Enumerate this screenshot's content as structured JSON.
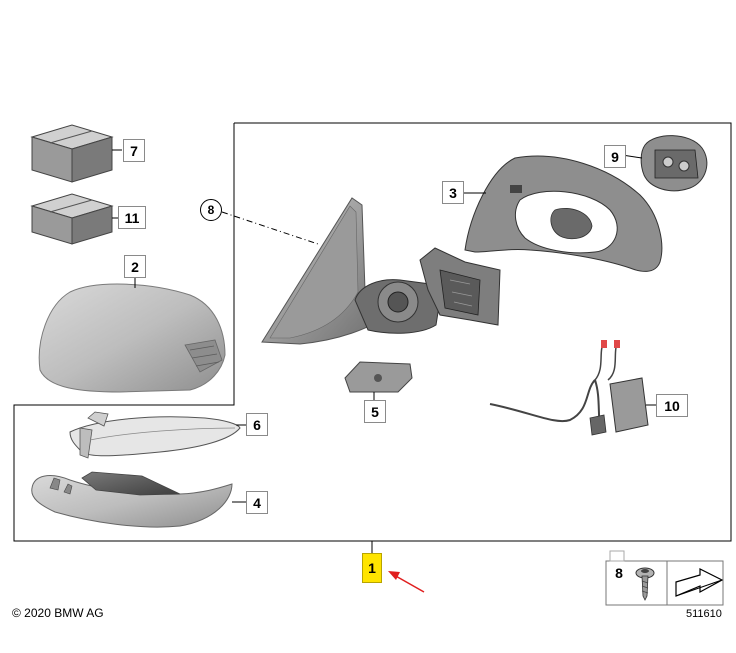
{
  "callouts": {
    "c1": "1",
    "c2": "2",
    "c3": "3",
    "c4": "4",
    "c5": "5",
    "c6": "6",
    "c7": "7",
    "c8": "8",
    "c8_circle": "8",
    "c9": "9",
    "c10": "10",
    "c11": "11"
  },
  "colors": {
    "highlight": "#ffe400",
    "arrow": "#e01e1e",
    "frame": "#000000"
  },
  "footer": {
    "copyright": "© 2020 BMW AG",
    "diagram_id": "511610"
  },
  "icons": [
    "box-icon",
    "screw-icon",
    "oblique-arrow-icon",
    "red-pointer-arrow-icon"
  ]
}
